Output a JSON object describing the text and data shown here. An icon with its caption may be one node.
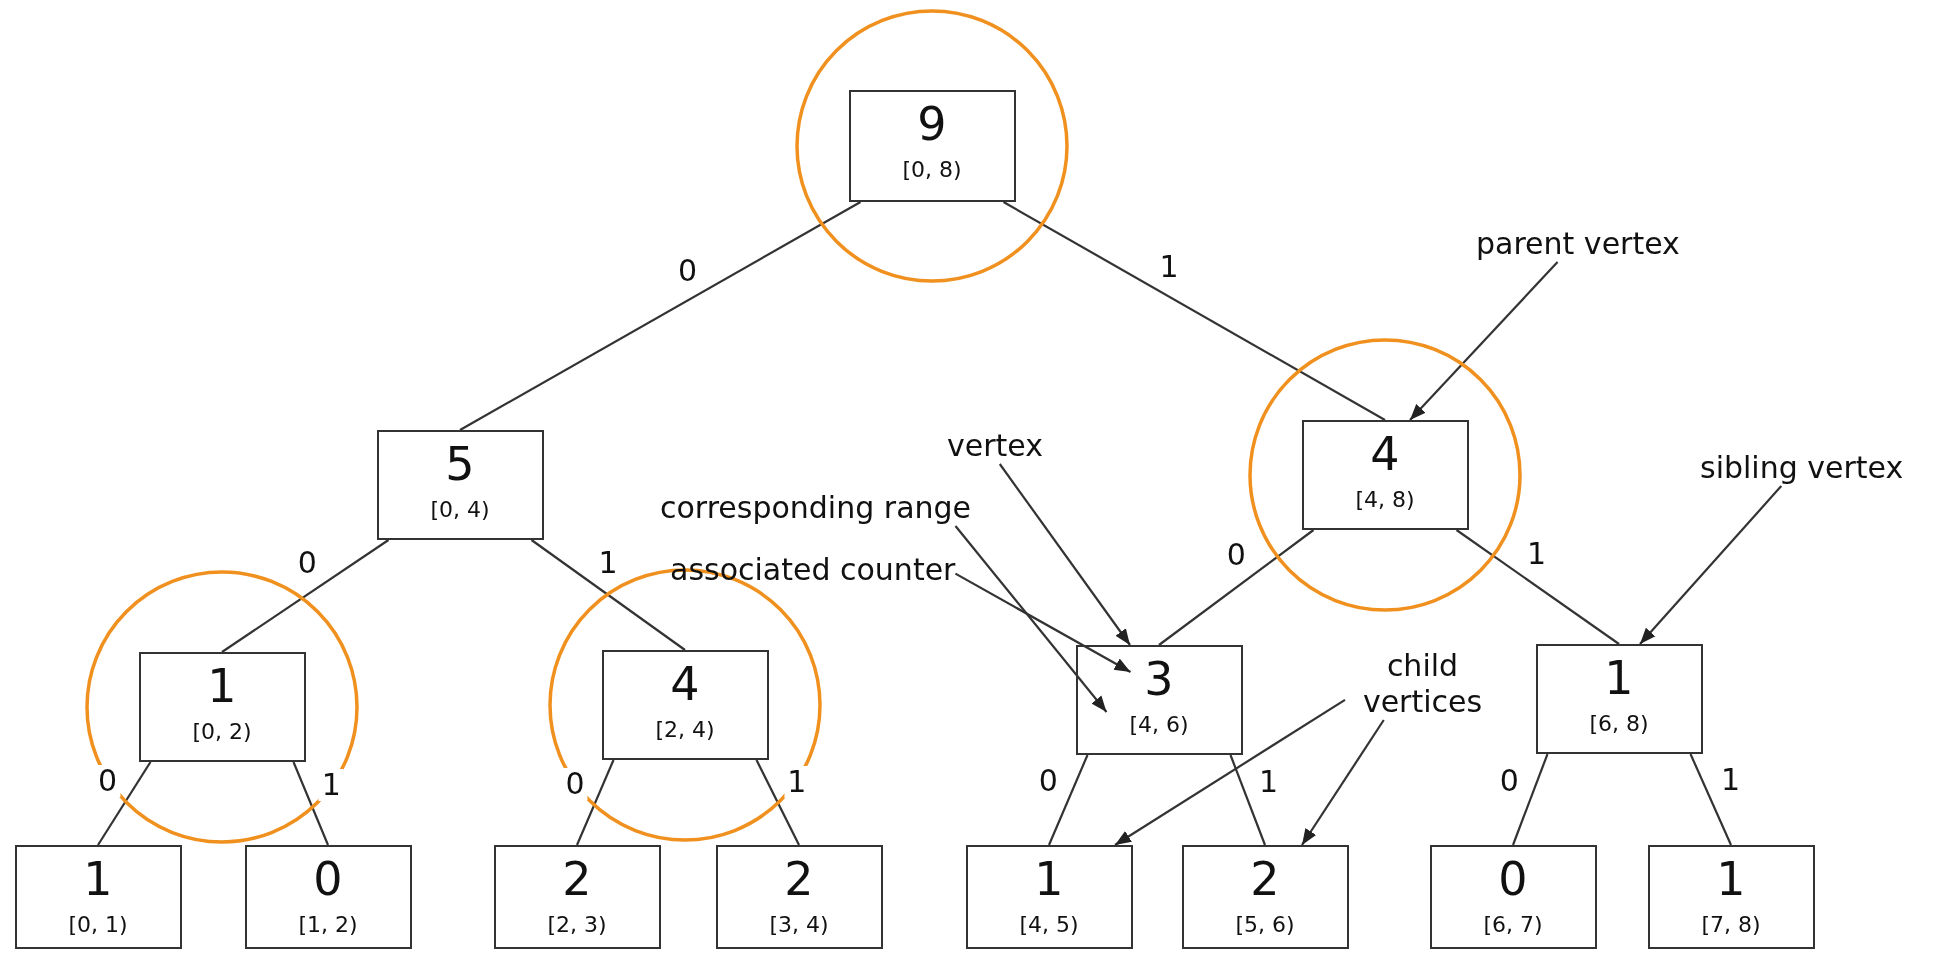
{
  "diagram": {
    "nodes": [
      {
        "text": [],
        "shape": "circle"
      },
      {
        "text": [
          "9",
          "[0, 8)"
        ],
        "in": 0
      },
      {
        "text": [
          "5",
          "[0, 4)"
        ]
      },
      {
        "text": [],
        "shape": "circle"
      },
      {
        "text": [
          "4",
          "[4, 8)"
        ],
        "in": 3
      },
      {
        "text": [],
        "shape": "circle"
      },
      {
        "text": [
          "1",
          "[0, 2)"
        ],
        "in": 5
      },
      {
        "text": [],
        "shape": "circle"
      },
      {
        "text": [
          "4",
          "[2, 4)"
        ],
        "in": 7
      },
      {
        "text": [
          "3",
          "[4, 6)"
        ]
      },
      {
        "text": [
          "1",
          "[6, 8)"
        ]
      },
      {
        "text": [
          "1",
          "[0, 1)"
        ]
      },
      {
        "text": [
          "0",
          "[1, 2)"
        ]
      },
      {
        "text": [
          "2",
          "[2, 3)"
        ]
      },
      {
        "text": [
          "2",
          "[3, 4)"
        ]
      },
      {
        "text": [
          "1",
          "[4, 5)"
        ]
      },
      {
        "text": [
          "2",
          "[5, 6)"
        ]
      },
      {
        "text": [
          "0",
          "[6, 7)"
        ]
      },
      {
        "text": [
          "1",
          "[7, 8)"
        ]
      },
      {
        "text": [
          "parent vertex"
        ]
      },
      {
        "text": [
          "vertex"
        ]
      },
      {
        "text": [
          "corresponding range"
        ]
      },
      {
        "text": [
          "associated counter"
        ]
      },
      {
        "text": [
          "sibling vertex"
        ]
      },
      {
        "text": [
          "child vertices"
        ]
      }
    ],
    "edges": [
      {
        "from": 1,
        "to": 2,
        "arrow": "none",
        "label": "0"
      },
      {
        "from": 1,
        "to": 4,
        "arrow": "none",
        "label": "1"
      },
      {
        "from": 2,
        "to": 6,
        "arrow": "none",
        "label": "0"
      },
      {
        "from": 2,
        "to": 8,
        "arrow": "none",
        "label": "1"
      },
      {
        "from": 4,
        "to": 9,
        "arrow": "none",
        "label": "0"
      },
      {
        "from": 4,
        "to": 10,
        "arrow": "none",
        "label": "1"
      },
      {
        "from": 6,
        "to": 11,
        "arrow": "none",
        "label": "0"
      },
      {
        "from": 6,
        "to": 12,
        "arrow": "none",
        "label": "1"
      },
      {
        "from": 8,
        "to": 13,
        "arrow": "none",
        "label": "0"
      },
      {
        "from": 8,
        "to": 14,
        "arrow": "none",
        "label": "1"
      },
      {
        "from": 9,
        "to": 15,
        "arrow": "none",
        "label": "0"
      },
      {
        "from": 9,
        "to": 16,
        "arrow": "none",
        "label": "1"
      },
      {
        "from": 10,
        "to": 17,
        "arrow": "none",
        "label": "0"
      },
      {
        "from": 10,
        "to": 18,
        "arrow": "none",
        "label": "1"
      },
      {
        "from": 19,
        "to": 4,
        "arrow": "to"
      },
      {
        "from": 20,
        "to": 9,
        "arrow": "to"
      },
      {
        "from": 21,
        "to": 9,
        "arrow": "to"
      },
      {
        "from": 22,
        "to": 9,
        "arrow": "to"
      },
      {
        "from": 23,
        "to": 10,
        "arrow": "to"
      },
      {
        "from": 24,
        "to": 15,
        "arrow": "to"
      },
      {
        "from": 24,
        "to": 16,
        "arrow": "to"
      }
    ]
  }
}
